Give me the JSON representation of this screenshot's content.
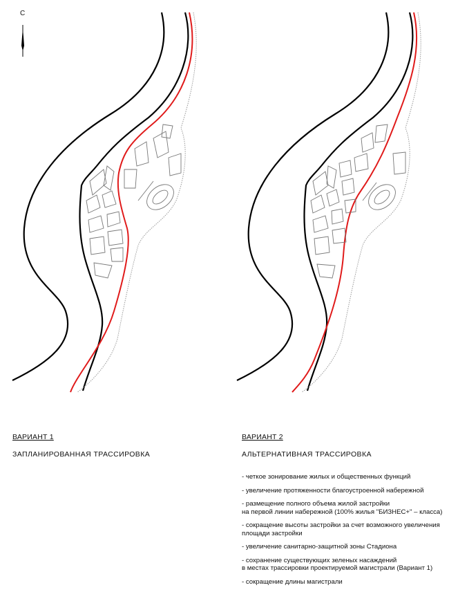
{
  "compass": {
    "letter": "С"
  },
  "variants": [
    {
      "title": "ВАРИАНТ 1",
      "subtitle": "ЗАПЛАНИРОВАННАЯ  ТРАССИРОВКА"
    },
    {
      "title": "ВАРИАНТ 2",
      "subtitle": "АЛЬТЕРНАТИВНАЯ  ТРАССИРОВКА"
    }
  ],
  "colors": {
    "route": "#e01a1a",
    "river_bank": "#000000",
    "buildings": "#888888"
  },
  "notes": [
    "- четкое зонирование жилых и общественных функций",
    "- увеличение протяженности благоустроенной набережной",
    "- размещение полного объема жилой застройки\n  на первой линии набережной (100% жилья \"БИЗНЕС+\" – класса)",
    "- сокращение высоты застройки за счет возможного увеличения\n  площади застройки",
    "- увеличение санитарно-защитной зоны Стадиона",
    "- сохранение существующих зеленых насаждений\n  в местах трассировки проектируемой магистрали (Вариант 1)",
    "- сокращение длины магистрали"
  ]
}
